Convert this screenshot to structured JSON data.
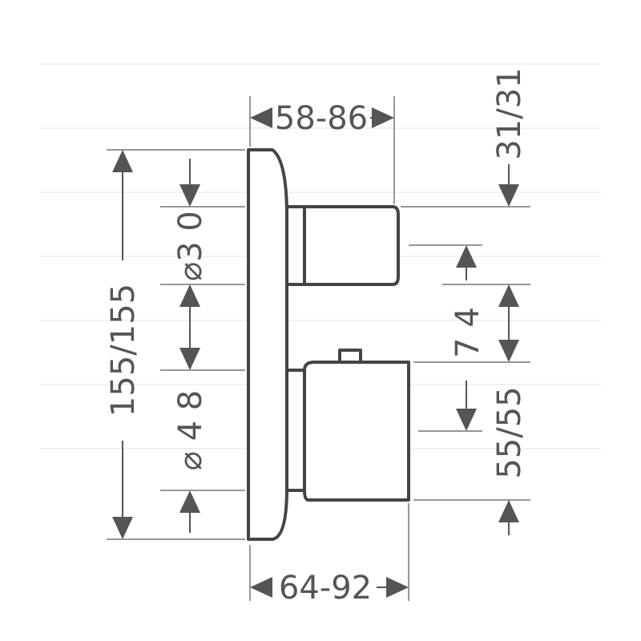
{
  "dimensions": {
    "top_width": "58-86",
    "bottom_width": "64-92",
    "total_height": "155/155",
    "upper_diameter": "⌀3 0",
    "lower_diameter": "⌀  4 8",
    "top_offset": "31/31",
    "spacing": "7 4",
    "bottom_offset": "55/55"
  }
}
